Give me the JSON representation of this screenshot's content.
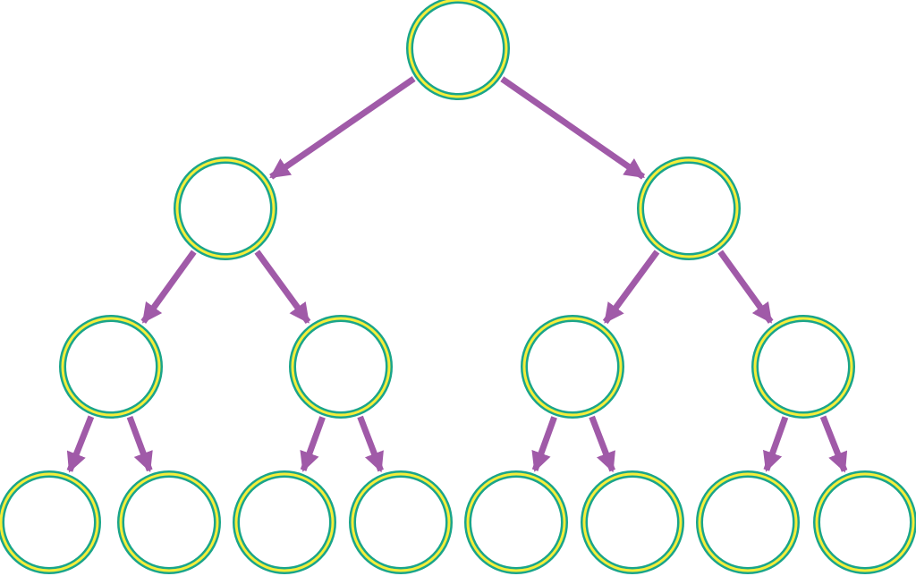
{
  "diagram": {
    "type": "binary-tree",
    "levels": 4,
    "node_count": 15,
    "edge_count": 14,
    "nodes": [
      {
        "id": "n1",
        "level": 0,
        "label": ""
      },
      {
        "id": "n2",
        "level": 1,
        "label": ""
      },
      {
        "id": "n3",
        "level": 1,
        "label": ""
      },
      {
        "id": "n4",
        "level": 2,
        "label": ""
      },
      {
        "id": "n5",
        "level": 2,
        "label": ""
      },
      {
        "id": "n6",
        "level": 2,
        "label": ""
      },
      {
        "id": "n7",
        "level": 2,
        "label": ""
      },
      {
        "id": "n8",
        "level": 3,
        "label": ""
      },
      {
        "id": "n9",
        "level": 3,
        "label": ""
      },
      {
        "id": "n10",
        "level": 3,
        "label": ""
      },
      {
        "id": "n11",
        "level": 3,
        "label": ""
      },
      {
        "id": "n12",
        "level": 3,
        "label": ""
      },
      {
        "id": "n13",
        "level": 3,
        "label": ""
      },
      {
        "id": "n14",
        "level": 3,
        "label": ""
      },
      {
        "id": "n15",
        "level": 3,
        "label": ""
      }
    ],
    "edges": [
      {
        "from": "n1",
        "to": "n2"
      },
      {
        "from": "n1",
        "to": "n3"
      },
      {
        "from": "n2",
        "to": "n4"
      },
      {
        "from": "n2",
        "to": "n5"
      },
      {
        "from": "n3",
        "to": "n6"
      },
      {
        "from": "n3",
        "to": "n7"
      },
      {
        "from": "n4",
        "to": "n8"
      },
      {
        "from": "n4",
        "to": "n9"
      },
      {
        "from": "n5",
        "to": "n10"
      },
      {
        "from": "n5",
        "to": "n11"
      },
      {
        "from": "n6",
        "to": "n12"
      },
      {
        "from": "n6",
        "to": "n13"
      },
      {
        "from": "n7",
        "to": "n14"
      },
      {
        "from": "n7",
        "to": "n15"
      }
    ],
    "colors": {
      "background": "#ffffff",
      "node_outer_ring": "#1aa58a",
      "node_inner_ring": "#f5ee3a",
      "node_fill": "#ffffff",
      "edge_arrow": "#a05aa8"
    }
  }
}
